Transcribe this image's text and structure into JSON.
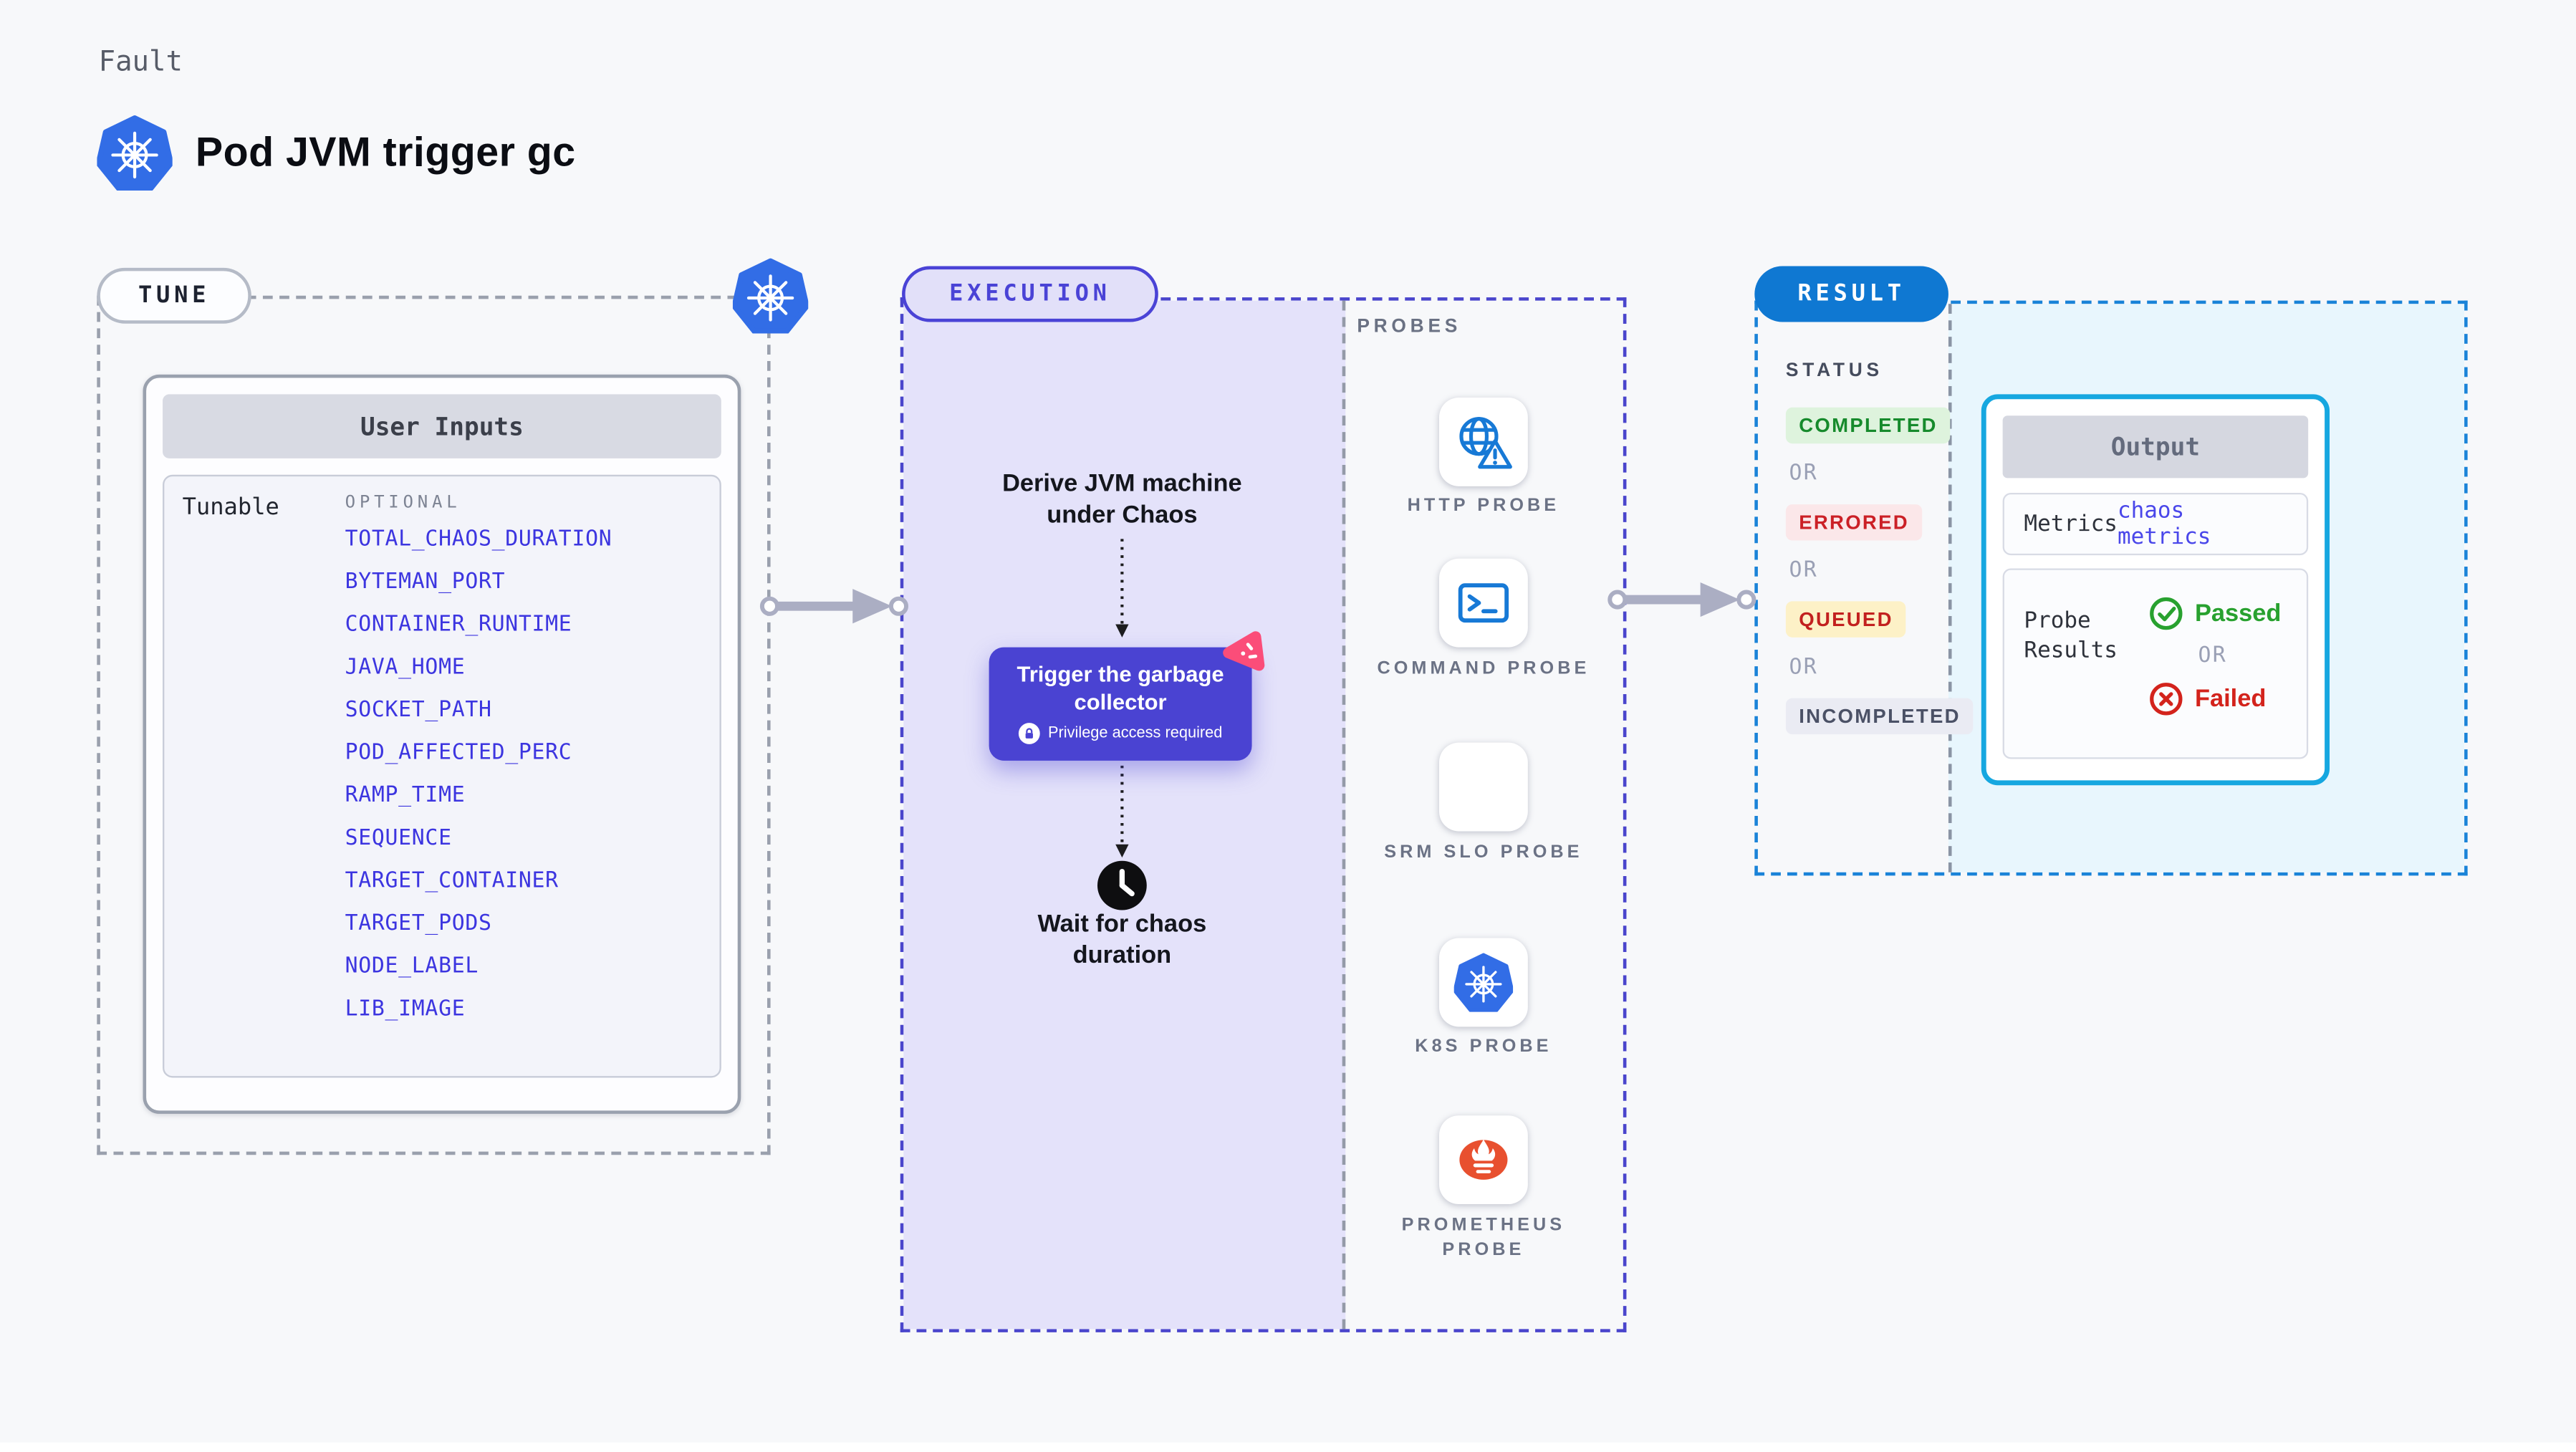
{
  "page": {
    "kicker": "Fault",
    "title": "Pod JVM trigger gc"
  },
  "tune": {
    "label": "TUNE",
    "card_title": "User Inputs",
    "row_label": "Tunable",
    "optional_label": "OPTIONAL",
    "tunables": [
      "TOTAL_CHAOS_DURATION",
      "BYTEMAN_PORT",
      "CONTAINER_RUNTIME",
      "JAVA_HOME",
      "SOCKET_PATH",
      "POD_AFFECTED_PERC",
      "RAMP_TIME",
      "SEQUENCE",
      "TARGET_CONTAINER",
      "TARGET_PODS",
      "NODE_LABEL",
      "LIB_IMAGE"
    ]
  },
  "execution": {
    "label": "EXECUTION",
    "derive_text": "Derive JVM machine under Chaos",
    "action": {
      "title": "Trigger the garbage collector",
      "note": "Privilege access required"
    },
    "wait_text": "Wait for chaos duration"
  },
  "probes": {
    "label": "PROBES",
    "items": [
      {
        "label": "HTTP PROBE",
        "icon": "http-probe-icon"
      },
      {
        "label": "COMMAND PROBE",
        "icon": "command-probe-icon"
      },
      {
        "label": "SRM SLO PROBE",
        "icon": "srm-slo-probe-icon"
      },
      {
        "label": "K8S PROBE",
        "icon": "k8s-probe-icon"
      },
      {
        "label": "PROMETHEUS PROBE",
        "icon": "prometheus-probe-icon"
      }
    ]
  },
  "result": {
    "label": "RESULT",
    "status_label": "STATUS",
    "or_label": "OR",
    "statuses": [
      {
        "label": "COMPLETED",
        "fg": "#168a2c",
        "bg": "#def3dd"
      },
      {
        "label": "ERRORED",
        "fg": "#cb2026",
        "bg": "#fbe7e9"
      },
      {
        "label": "QUEUED",
        "fg": "#c2201f",
        "bg": "#fdf1c7"
      },
      {
        "label": "INCOMPLETED",
        "fg": "#4b5166",
        "bg": "#eaebf3"
      }
    ],
    "output": {
      "title": "Output",
      "metrics_label": "Metrics",
      "metrics_value": "chaos metrics",
      "probe_results_label": "Probe Results",
      "passed_label": "Passed",
      "or_label": "OR",
      "failed_label": "Failed"
    }
  },
  "colors": {
    "page_bg": "#f7f8fa",
    "tune_dash": "#9aa0ad",
    "execution_dash": "#4a45cc",
    "execution_fill": "#e4e2fa",
    "result_dash": "#1a83d8",
    "result_fill": "#e8f6fd",
    "result_pill_bg": "#0f78d2",
    "output_border": "#16a7e0",
    "action_indigo": "#4a43d2",
    "tunable_link": "#3c35e0",
    "metrics_value_color": "#4a47ea",
    "passed_green": "#28a12f",
    "failed_red": "#d3231c",
    "chaos_pink": "#fb4d79",
    "k8s_blue": "#326de6",
    "probe_icon_blue": "#1779d6",
    "prometheus_orange": "#e8502f",
    "srm_purple": "#7c3bf0",
    "arrow_gray": "#abaec3"
  }
}
